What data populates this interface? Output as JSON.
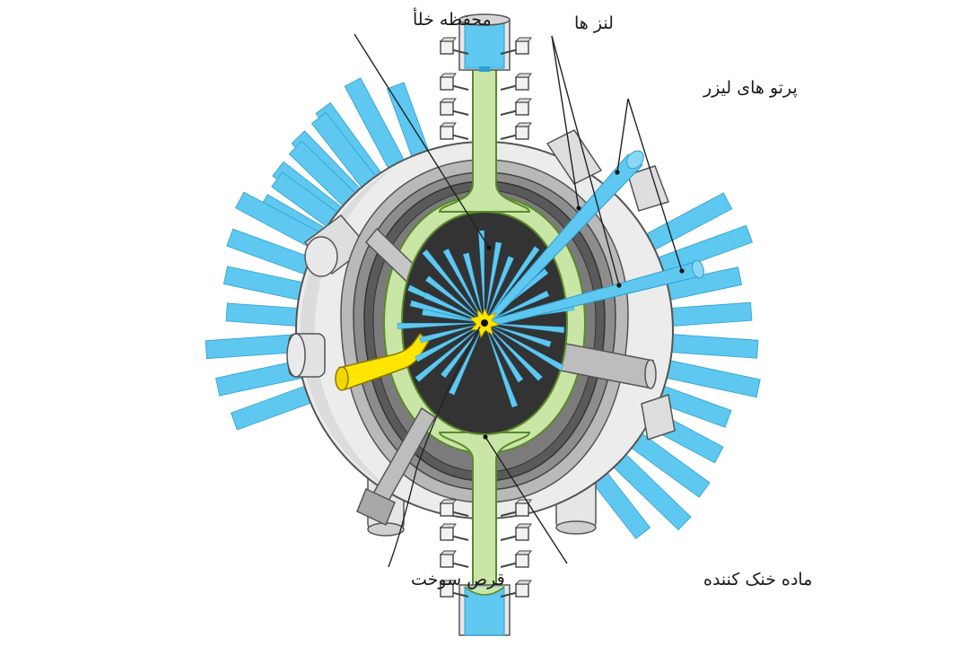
{
  "labels": {
    "vacuum_chamber": "محفظه خلأ",
    "lenses": "لنز ها",
    "laser_beams": "پرتو های لیزر",
    "fuel_pellet": "قرص سوخت",
    "coolant": "ماده خنک کننده"
  },
  "colors": {
    "beam": "#5ec8f0",
    "beam_edge": "#2d9fd0",
    "shell": "#ececec",
    "shell_edge": "#555555",
    "coolant": "#c9e6a6",
    "coolant_edge": "#5a8a2a",
    "cavity": "#333333",
    "fuel": "#ffe600",
    "port": "#bdbdbd"
  },
  "icons": [
    "fuel-pellet-icon",
    "clamp-icon"
  ]
}
